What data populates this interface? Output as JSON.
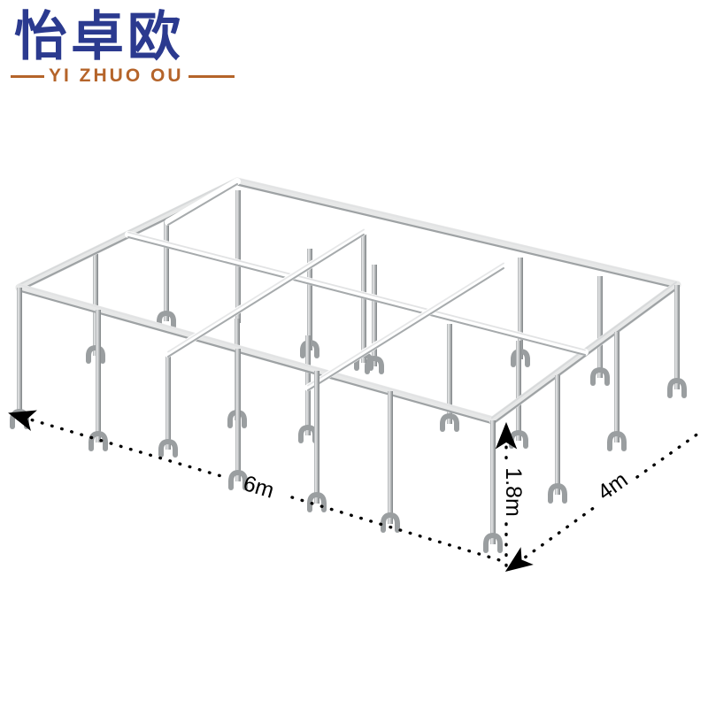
{
  "logo": {
    "chinese": "怡卓欧",
    "pinyin": "YI ZHUO OU",
    "chinese_color": "#2b3a8f",
    "pinyin_color": "#b5642a"
  },
  "diagram": {
    "title": "",
    "subject": "canopy-tent-frame",
    "frame_color": "#b9bcbd",
    "frame_highlight": "#f2f3f3",
    "frame_shadow": "#8d9092",
    "dimension_color": "#000000",
    "bays_long": 3,
    "bays_short": 2,
    "legs_total": 24
  },
  "dimensions": {
    "length": {
      "label": "6m",
      "value": 6,
      "unit": "m",
      "axis": "length"
    },
    "width": {
      "label": "4m",
      "value": 4,
      "unit": "m",
      "axis": "width"
    },
    "height": {
      "label": "1.8m",
      "value": 1.8,
      "unit": "m",
      "axis": "height"
    }
  }
}
